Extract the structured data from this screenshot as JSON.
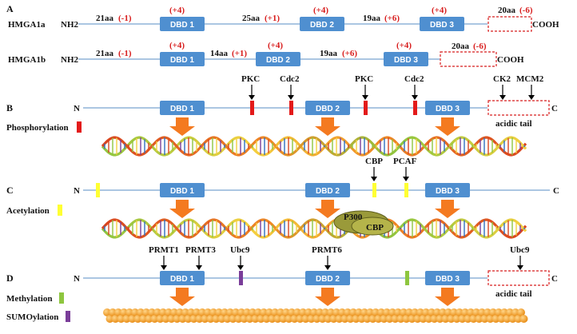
{
  "colors": {
    "dbd_fill": "#4f8fd0",
    "line": "#8fb3d9",
    "red": "#d81e1e",
    "phospho": "#e31a1a",
    "acetyl": "#ffff33",
    "methyl": "#8ec63f",
    "sumo": "#7a3d99",
    "arrow_orange": "#f47a20",
    "sphere": "#f5a623"
  },
  "panelA": {
    "letter": "A",
    "rowA": {
      "name": "HMGA1a",
      "nterm": "NH2",
      "cterm": "COOH",
      "segments": [
        {
          "label": "21aa",
          "charge": "(-1)"
        },
        {
          "label": "25aa",
          "charge": "(+1)"
        },
        {
          "label": "19aa",
          "charge": "(+6)"
        },
        {
          "label": "20aa",
          "charge": "(-6)"
        }
      ],
      "dbd": [
        {
          "label": "DBD 1",
          "charge": "(+4)"
        },
        {
          "label": "DBD 2",
          "charge": "(+4)"
        },
        {
          "label": "DBD 3",
          "charge": "(+4)"
        }
      ]
    },
    "rowB": {
      "name": "HMGA1b",
      "nterm": "NH2",
      "cterm": "COOH",
      "segments": [
        {
          "label": "21aa",
          "charge": "(-1)"
        },
        {
          "label": "14aa",
          "charge": "(+1)"
        },
        {
          "label": "19aa",
          "charge": "(+6)"
        },
        {
          "label": "20aa",
          "charge": "(-6)"
        }
      ],
      "dbd": [
        {
          "label": "DBD 1",
          "charge": "(+4)"
        },
        {
          "label": "DBD 2",
          "charge": "(+4)"
        },
        {
          "label": "DBD 3",
          "charge": "(+4)"
        }
      ]
    }
  },
  "panelB": {
    "letter": "B",
    "n": "N",
    "c": "C",
    "dbd": [
      "DBD 1",
      "DBD 2",
      "DBD 3"
    ],
    "kinases": [
      "PKC",
      "Cdc2",
      "PKC",
      "Cdc2",
      "CK2",
      "MCM2"
    ],
    "tail": "acidic tail",
    "legend": "Phosphorylation"
  },
  "panelC": {
    "letter": "C",
    "n": "N",
    "c": "C",
    "dbd": [
      "DBD 1",
      "DBD 2",
      "DBD 3"
    ],
    "enzymes": [
      "CBP",
      "PCAF"
    ],
    "legend": "Acetylation",
    "complex": [
      "P300",
      "CBP"
    ]
  },
  "panelD": {
    "letter": "D",
    "n": "N",
    "c": "C",
    "dbd": [
      "DBD 1",
      "DBD 2",
      "DBD 3"
    ],
    "enzymes": [
      "PRMT1",
      "PRMT3",
      "Ubc9",
      "PRMT6",
      "Ubc9"
    ],
    "tail": "acidic tail",
    "legend_methyl": "Methylation",
    "legend_sumo": "SUMOylation"
  }
}
